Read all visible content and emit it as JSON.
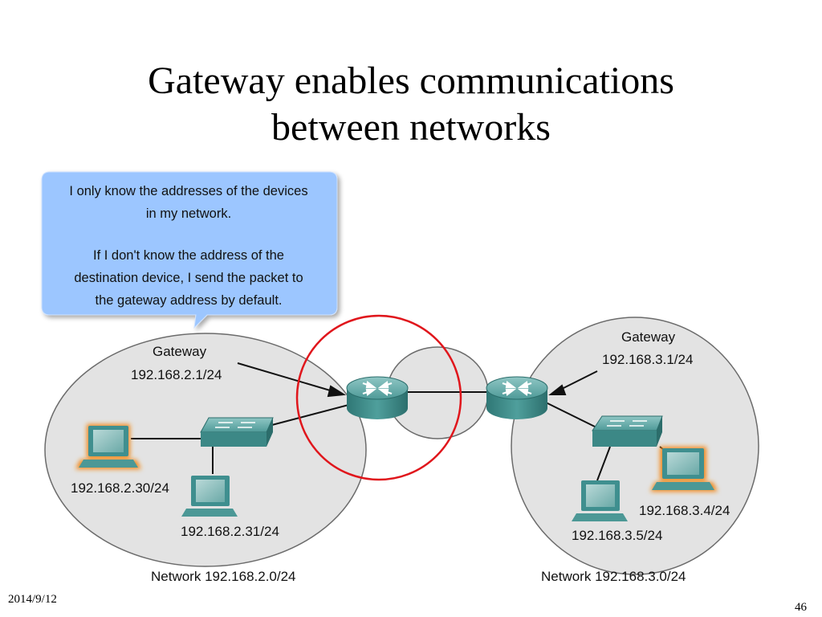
{
  "slide": {
    "title_line1": "Gateway enables communications",
    "title_line2": "between networks",
    "date": "2014/9/12",
    "page_number": "46"
  },
  "callout": {
    "line1": "I only know the addresses of the devices",
    "line2": "in my network.",
    "line3": "If I don't know the address of the",
    "line4": "destination device, I send the packet to",
    "line5": "the gateway address by default."
  },
  "network_left": {
    "gateway_label": "Gateway",
    "gateway_address": "192.168.2.1/24",
    "host1_address": "192.168.2.30/24",
    "host2_address": "192.168.2.31/24",
    "network_label": "Network 192.168.2.0/24"
  },
  "network_right": {
    "gateway_label": "Gateway",
    "gateway_address": "192.168.3.1/24",
    "host1_address": "192.168.3.4/24",
    "host2_address": "192.168.3.5/24",
    "network_label": "Network 192.168.3.0/24"
  },
  "colors": {
    "network_fill": "#e3e3e3",
    "callout_fill": "#9cc6ff",
    "device_teal": "#3f8f8f",
    "highlight_circle": "#e0161c",
    "host_glow": "#f28a1a"
  }
}
